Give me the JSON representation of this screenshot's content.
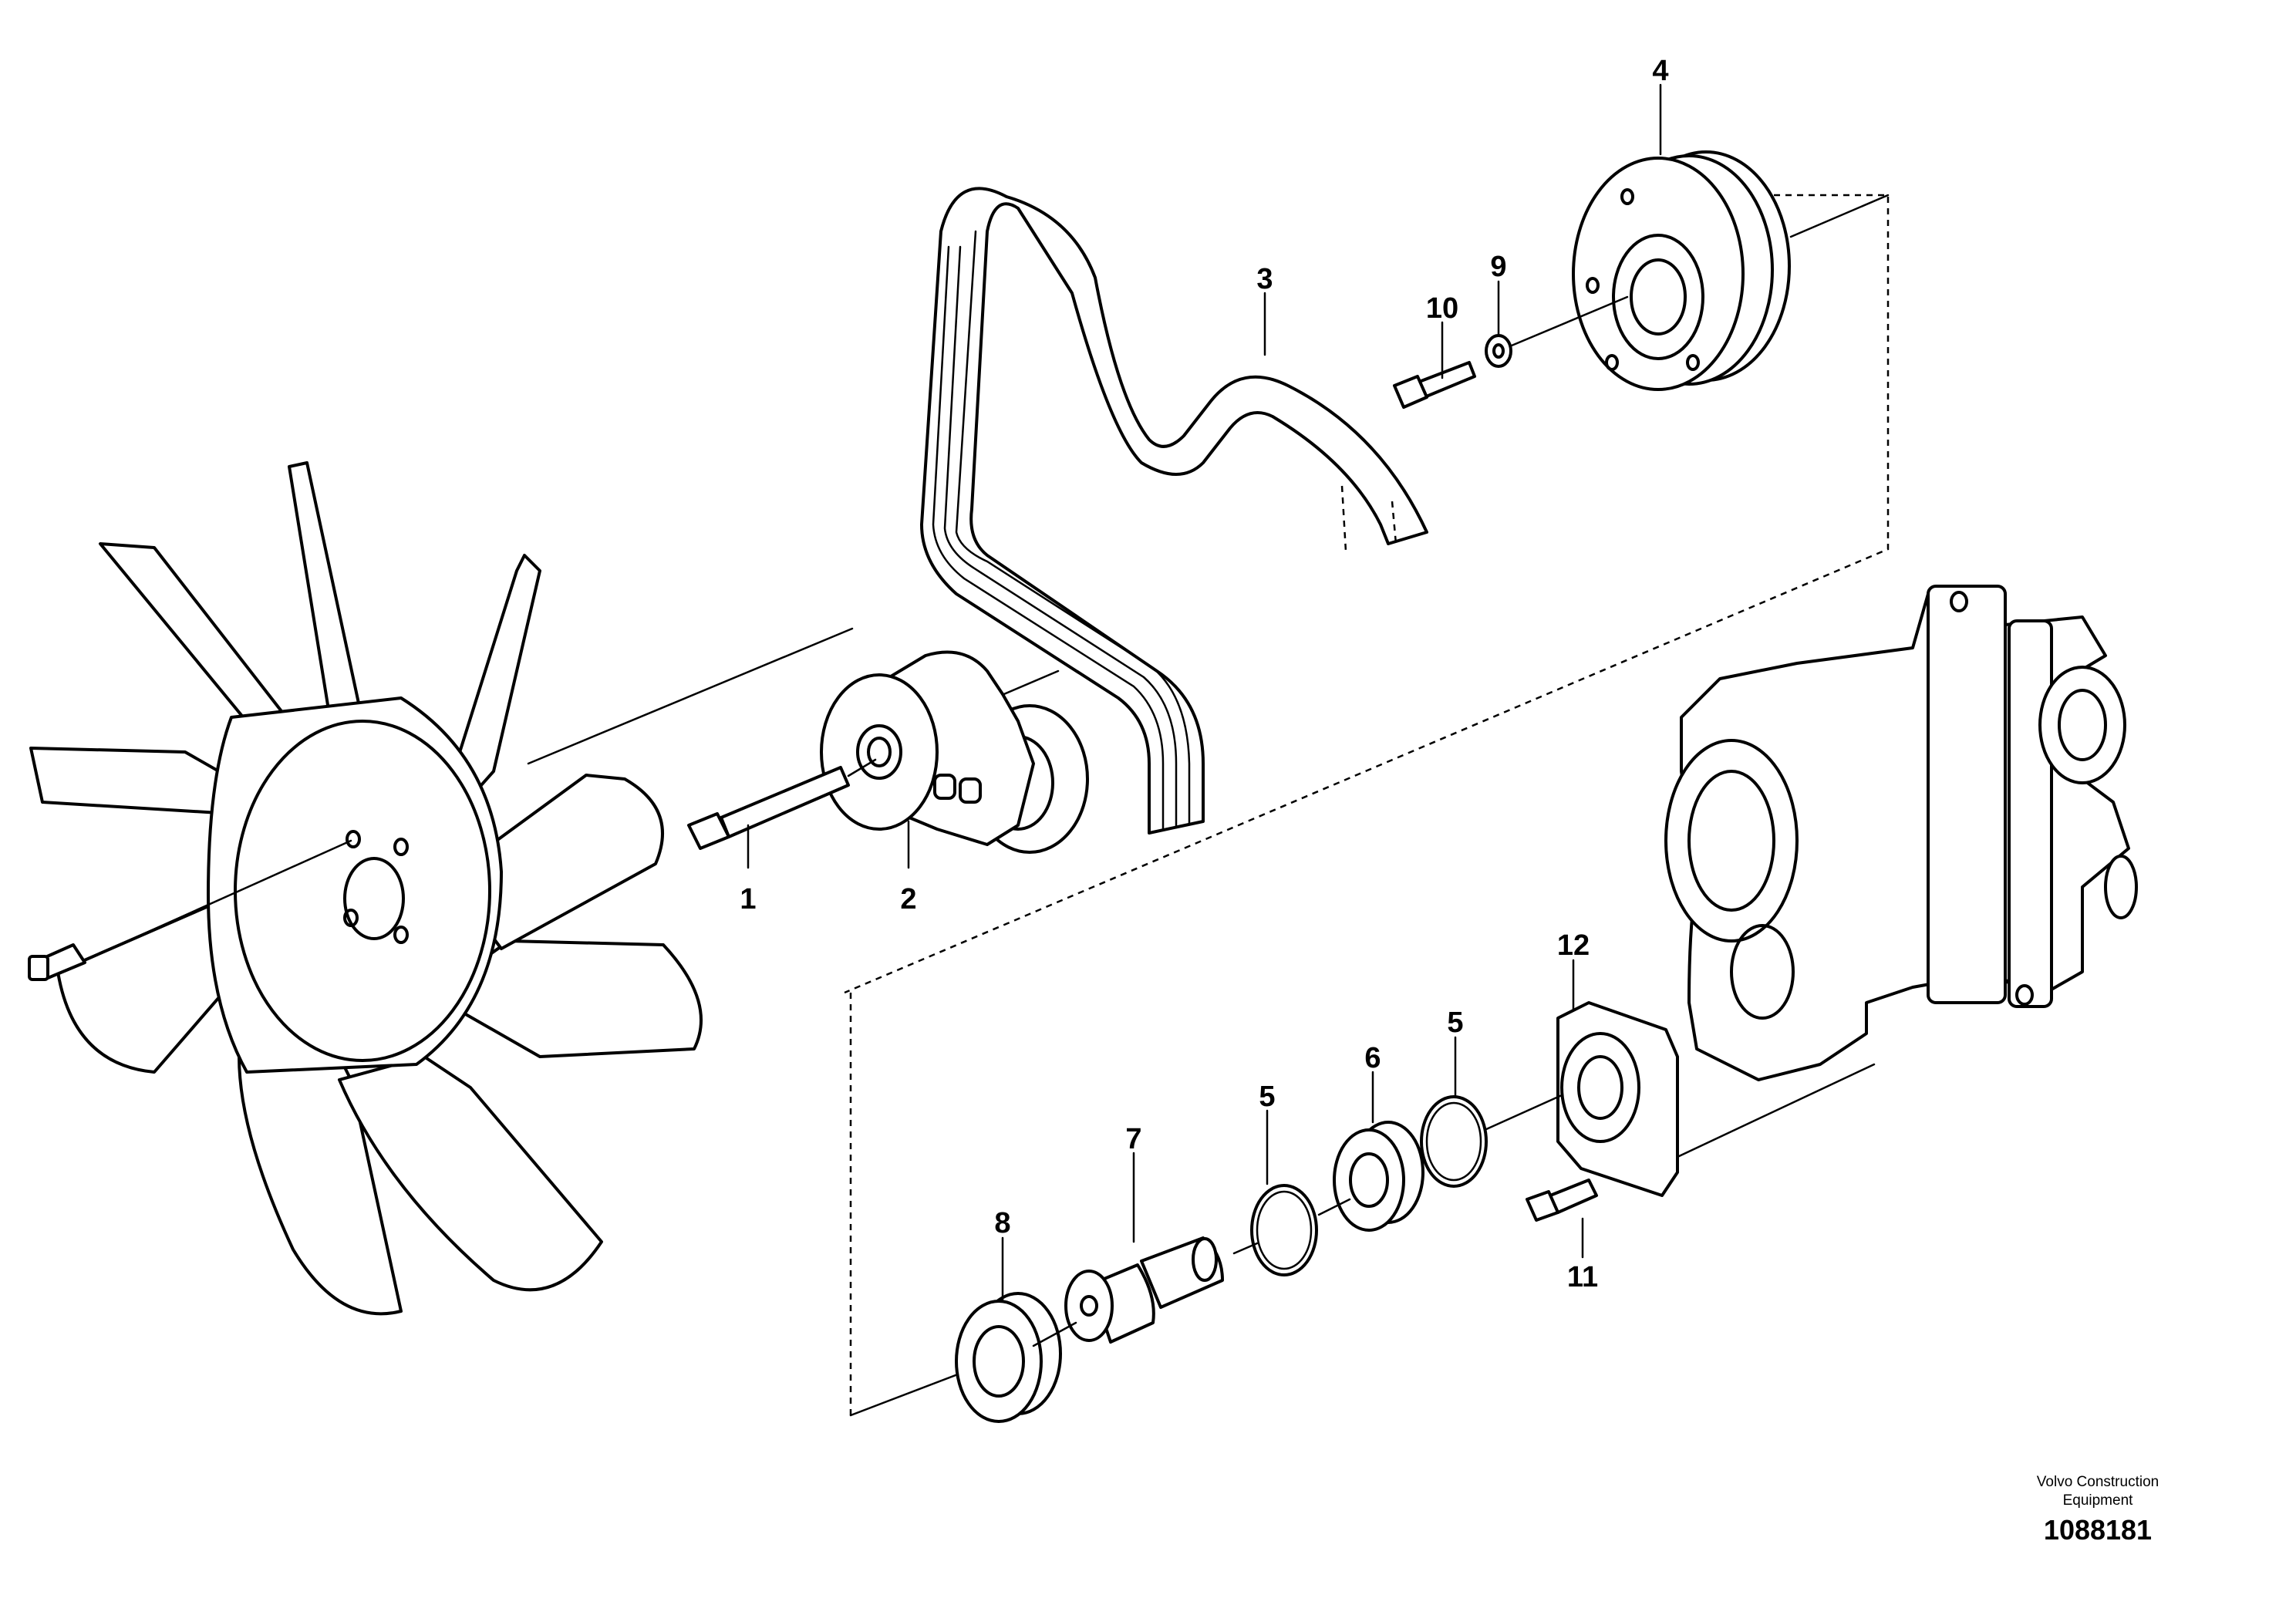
{
  "callouts": {
    "p1": "1",
    "p2": "2",
    "p3": "3",
    "p4": "4",
    "p5a": "5",
    "p5b": "5",
    "p6": "6",
    "p7": "7",
    "p8": "8",
    "p9": "9",
    "p10": "10",
    "p11": "11",
    "p12": "12"
  },
  "brand": {
    "line1": "Volvo Construction",
    "line2": "Equipment"
  },
  "document_number": "1088181",
  "colors": {
    "line": "#000000",
    "background": "#ffffff"
  }
}
